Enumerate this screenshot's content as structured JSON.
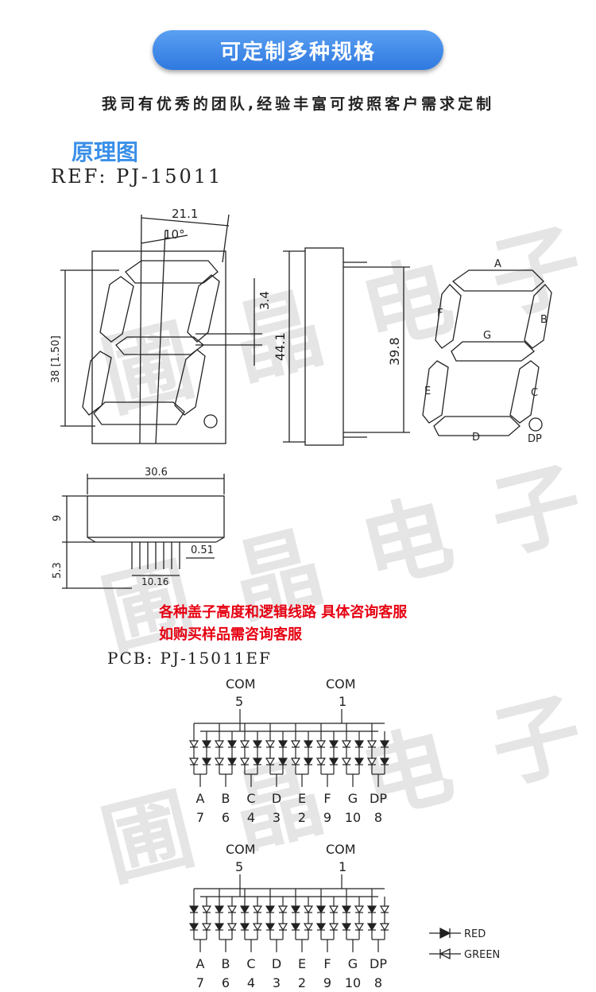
{
  "banner": {
    "title": "可定制多种规格"
  },
  "intro": "我司有优秀的团队,经验丰富可按照客户需求定制",
  "section_title": "原理图",
  "ref": "REF: PJ-15011",
  "front_view": {
    "width": "21.1",
    "angle": "10°",
    "height": "38 [1.50]",
    "segment": "3.4"
  },
  "side_view": {
    "total": "44.1",
    "inner": "39.8"
  },
  "segments": {
    "a": "A",
    "b": "B",
    "c": "C",
    "d": "D",
    "e": "E",
    "f": "F",
    "g": "G",
    "dp": "DP"
  },
  "bottom_view": {
    "width": "30.6",
    "height": "9",
    "pin_len": "5.3",
    "pin_dia": "0.51",
    "pitch": "10.16"
  },
  "notes": [
    "各种盖子高度和逻辑线路 具体咨询客服",
    "如购买样品需咨询客服"
  ],
  "pcb": "PCB: PJ-15011EF",
  "schematic": {
    "com_left_label": "COM",
    "com_left_pin": "5",
    "com_right_label": "COM",
    "com_right_pin": "1",
    "segments": [
      "A",
      "B",
      "C",
      "D",
      "E",
      "F",
      "G",
      "DP"
    ],
    "pins": [
      "7",
      "6",
      "4",
      "3",
      "2",
      "9",
      "10",
      "8"
    ]
  },
  "legend": {
    "red": "RED",
    "green": "GREEN"
  },
  "watermark": "圃晶电子"
}
